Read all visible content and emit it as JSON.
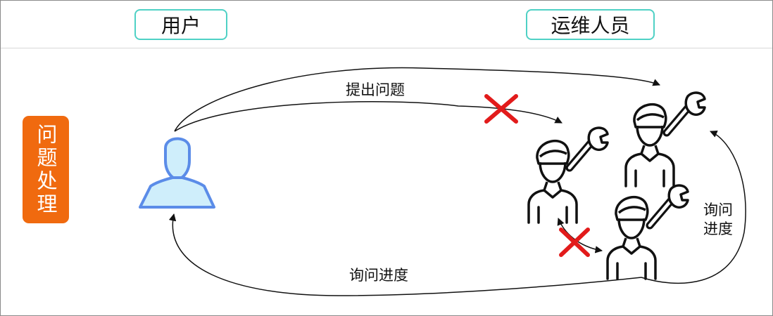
{
  "header": {
    "user_role": "用户",
    "ops_role": "运维人员"
  },
  "side_label": "问题处理",
  "flows": {
    "raise_issue": "提出问题",
    "ask_progress": "询问进度",
    "ask_progress_peer": "询问进度"
  },
  "icons": {
    "user": "user-icon",
    "technician": "technician-icon",
    "wrench": "wrench-icon",
    "blocked": "red-cross-icon"
  },
  "colors": {
    "role_border": "#4fd1c5",
    "badge_bg": "#f06a0f",
    "user_stroke": "#5b8ce8",
    "user_fill": "#cfeefb",
    "cross": "#e21b1b"
  }
}
